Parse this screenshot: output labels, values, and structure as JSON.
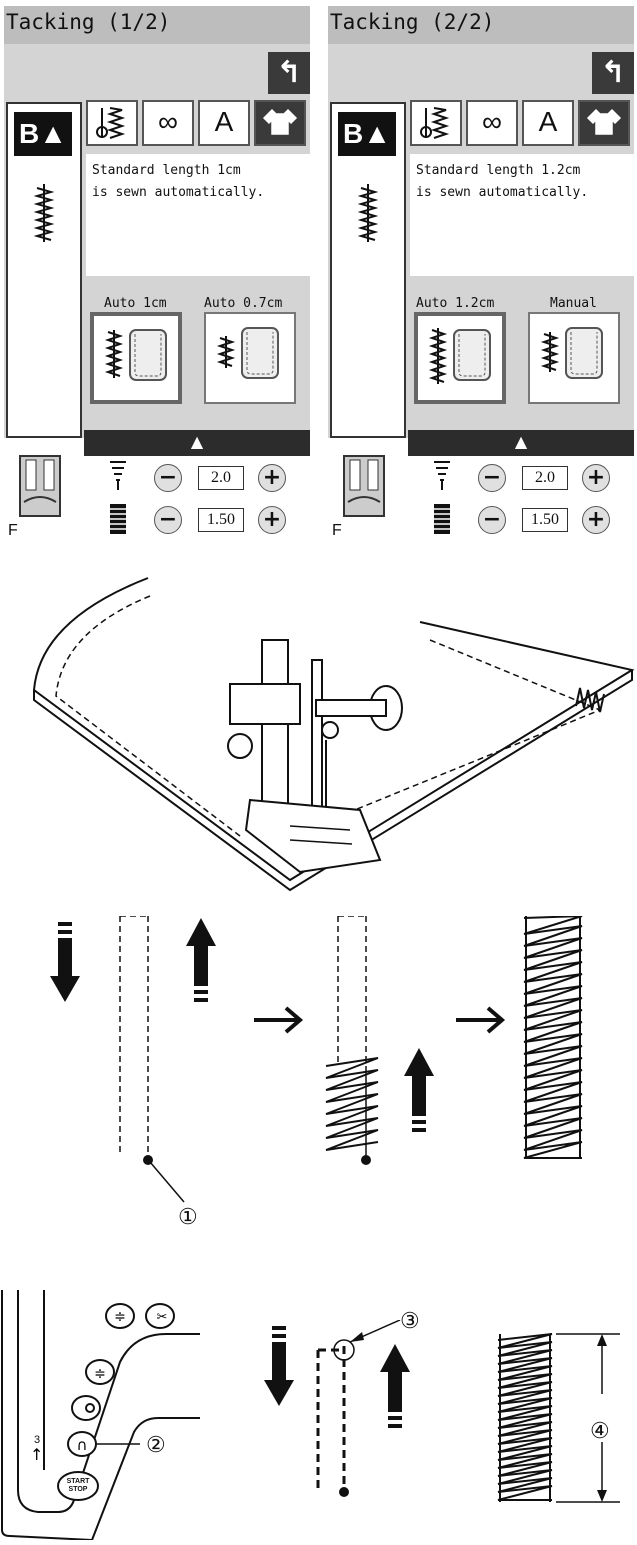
{
  "screen1": {
    "title": "Tacking (1/2)",
    "back_icon": "return-arrow-icon",
    "mode_button": "B▲",
    "tabs": [
      "stitch-pattern-icon",
      "overlock-icon",
      "A",
      "garment-icon"
    ],
    "info_line1": "Standard length 1cm",
    "info_line2": "is sewn automatically.",
    "option1_label": "Auto 1cm",
    "option2_label": "Auto 0.7cm",
    "width_value": "2.0",
    "length_value": "1.50",
    "foot_label": "F"
  },
  "screen2": {
    "title": "Tacking (2/2)",
    "back_icon": "return-arrow-icon",
    "mode_button": "B▲",
    "tabs": [
      "stitch-pattern-icon",
      "overlock-icon",
      "A",
      "garment-icon"
    ],
    "info_line1": "Standard length 1.2cm",
    "info_line2": "is sewn automatically.",
    "option1_label": "Auto 1.2cm",
    "option2_label": "Manual",
    "width_value": "2.0",
    "length_value": "1.50",
    "foot_label": "F"
  },
  "callouts": {
    "c1": "①",
    "c2": "②",
    "c3": "③",
    "c4": "④"
  },
  "machine": {
    "start_stop_line1": "START",
    "start_stop_line2": "STOP",
    "dial_number": "3"
  },
  "colors": {
    "titlebar": "#bdbdbd",
    "panel": "#d4d4d4",
    "dark": "#2c2c2c"
  }
}
